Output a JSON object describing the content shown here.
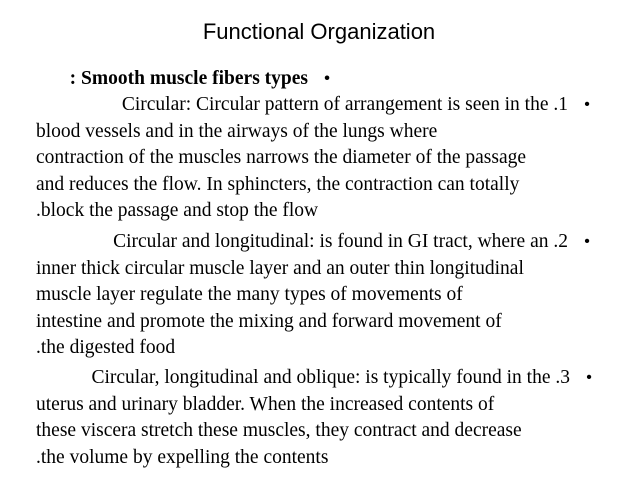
{
  "slide": {
    "title": "Functional Organization",
    "heading": ": Smooth muscle fibers types",
    "bullet_glyph": "•",
    "items": [
      {
        "lines": [
          "Circular: Circular pattern of arrangement is seen in the .1",
          "blood vessels and in the airways of the lungs where",
          "contraction of the muscles narrows the diameter of the passage",
          "and reduces the flow. In sphincters, the contraction can totally",
          ".block the passage and stop the flow"
        ]
      },
      {
        "lines": [
          "Circular and longitudinal: is found in GI tract, where an .2",
          "inner thick circular muscle layer and an outer thin longitudinal",
          "muscle layer regulate the many types of movements of",
          "intestine and promote the mixing and forward movement of",
          ".the digested food"
        ]
      },
      {
        "lines": [
          "Circular, longitudinal and oblique: is typically found in the .3",
          "uterus and urinary bladder. When the increased contents of",
          "these viscera stretch these muscles, they contract and decrease",
          ".the volume by expelling the contents"
        ]
      }
    ]
  }
}
